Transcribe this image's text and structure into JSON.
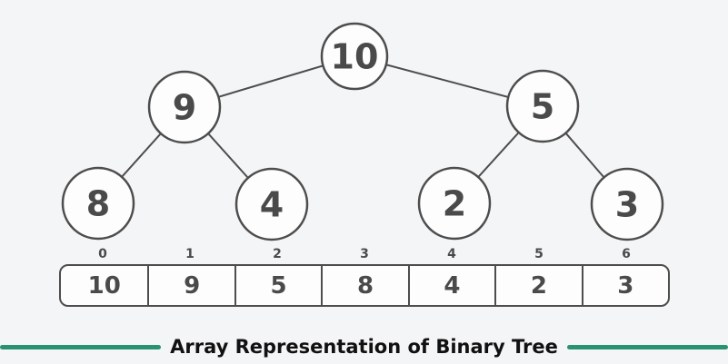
{
  "figure": {
    "caption": "Array Representation of Binary Tree"
  },
  "tree": {
    "type": "binary-tree",
    "nodes": [
      {
        "index": 0,
        "value": "10"
      },
      {
        "index": 1,
        "value": "9"
      },
      {
        "index": 2,
        "value": "5"
      },
      {
        "index": 3,
        "value": "8"
      },
      {
        "index": 4,
        "value": "4"
      },
      {
        "index": 5,
        "value": "2"
      },
      {
        "index": 6,
        "value": "3"
      }
    ],
    "edges": [
      [
        0,
        1
      ],
      [
        0,
        2
      ],
      [
        1,
        3
      ],
      [
        1,
        4
      ],
      [
        2,
        5
      ],
      [
        2,
        6
      ]
    ]
  },
  "array": {
    "indices": [
      "0",
      "1",
      "2",
      "3",
      "4",
      "5",
      "6"
    ],
    "values": [
      "10",
      "9",
      "5",
      "8",
      "4",
      "2",
      "3"
    ]
  },
  "colors": {
    "background": "#f4f5f7",
    "node_fill": "#fdfdfd",
    "outline": "#4d4d4d",
    "text": "#4a4a4a",
    "caption_text": "#111111",
    "accent_green": "#2a9270"
  }
}
